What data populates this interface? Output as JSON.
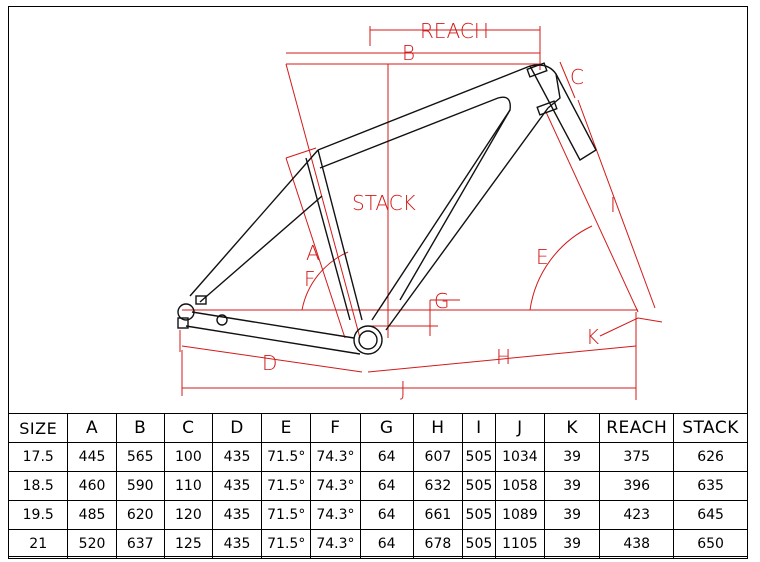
{
  "diagram": {
    "labels": {
      "reach": "REACH",
      "stack": "STACK",
      "a": "A",
      "b": "B",
      "c": "C",
      "d": "D",
      "e": "E",
      "f": "F",
      "g": "G",
      "h": "H",
      "i": "I",
      "j": "J",
      "k": "K"
    },
    "colors": {
      "dimension": "#d21a1a",
      "frame": "#111111",
      "table_border": "#000000"
    }
  },
  "table": {
    "headers": [
      "SIZE",
      "A",
      "B",
      "C",
      "D",
      "E",
      "F",
      "G",
      "H",
      "I",
      "J",
      "K",
      "REACH",
      "STACK"
    ],
    "rows": [
      [
        "17.5",
        "445",
        "565",
        "100",
        "435",
        "71.5°",
        "74.3°",
        "64",
        "607",
        "505",
        "1034",
        "39",
        "375",
        "626"
      ],
      [
        "18.5",
        "460",
        "590",
        "110",
        "435",
        "71.5°",
        "74.3°",
        "64",
        "632",
        "505",
        "1058",
        "39",
        "396",
        "635"
      ],
      [
        "19.5",
        "485",
        "620",
        "120",
        "435",
        "71.5°",
        "74.3°",
        "64",
        "661",
        "505",
        "1089",
        "39",
        "423",
        "645"
      ],
      [
        "21",
        "520",
        "637",
        "125",
        "435",
        "71.5°",
        "74.3°",
        "64",
        "678",
        "505",
        "1105",
        "39",
        "438",
        "650"
      ]
    ]
  }
}
